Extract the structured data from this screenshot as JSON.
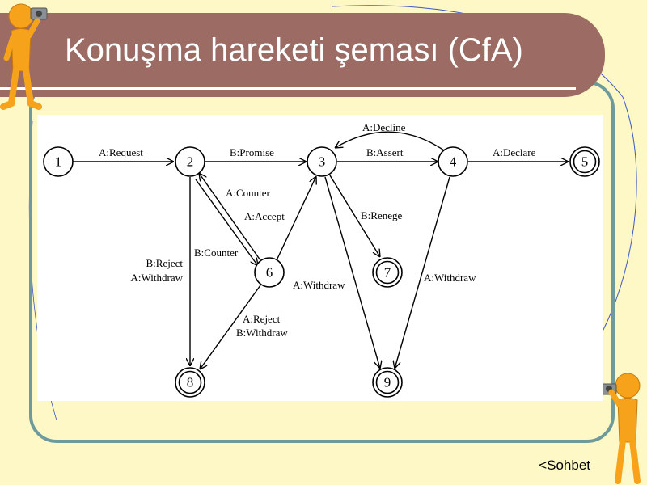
{
  "title": "Konuşma hareketi şeması (CfA)",
  "nav": {
    "prev_label": "<Sohbet"
  },
  "diagram": {
    "nodes": [
      {
        "id": "1",
        "label": "1",
        "final": false
      },
      {
        "id": "2",
        "label": "2",
        "final": false
      },
      {
        "id": "3",
        "label": "3",
        "final": false
      },
      {
        "id": "4",
        "label": "4",
        "final": false
      },
      {
        "id": "5",
        "label": "5",
        "final": true
      },
      {
        "id": "6",
        "label": "6",
        "final": false
      },
      {
        "id": "7",
        "label": "7",
        "final": true
      },
      {
        "id": "8",
        "label": "8",
        "final": true
      },
      {
        "id": "9",
        "label": "9",
        "final": true
      }
    ],
    "edges": [
      {
        "from": "1",
        "to": "2",
        "label": "A:Request"
      },
      {
        "from": "2",
        "to": "3",
        "label": "B:Promise"
      },
      {
        "from": "3",
        "to": "4",
        "label": "B:Assert"
      },
      {
        "from": "4",
        "to": "3",
        "label": "A:Decline"
      },
      {
        "from": "4",
        "to": "5",
        "label": "A:Declare"
      },
      {
        "from": "6",
        "to": "2",
        "label": "A:Counter"
      },
      {
        "from": "2",
        "to": "6",
        "label": "B:Counter"
      },
      {
        "from": "6",
        "to": "3",
        "label": "A:Accept"
      },
      {
        "from": "3",
        "to": "7",
        "label": "B:Renege"
      },
      {
        "from": "2",
        "to": "8",
        "label_lines": [
          "B:Reject",
          "A:Withdraw"
        ]
      },
      {
        "from": "6",
        "to": "8",
        "label_lines": [
          "A:Reject",
          "B:Withdraw"
        ]
      },
      {
        "from": "3",
        "to": "9",
        "label": "A:Withdraw"
      },
      {
        "from": "4",
        "to": "9",
        "label": "A:Withdraw"
      }
    ]
  }
}
